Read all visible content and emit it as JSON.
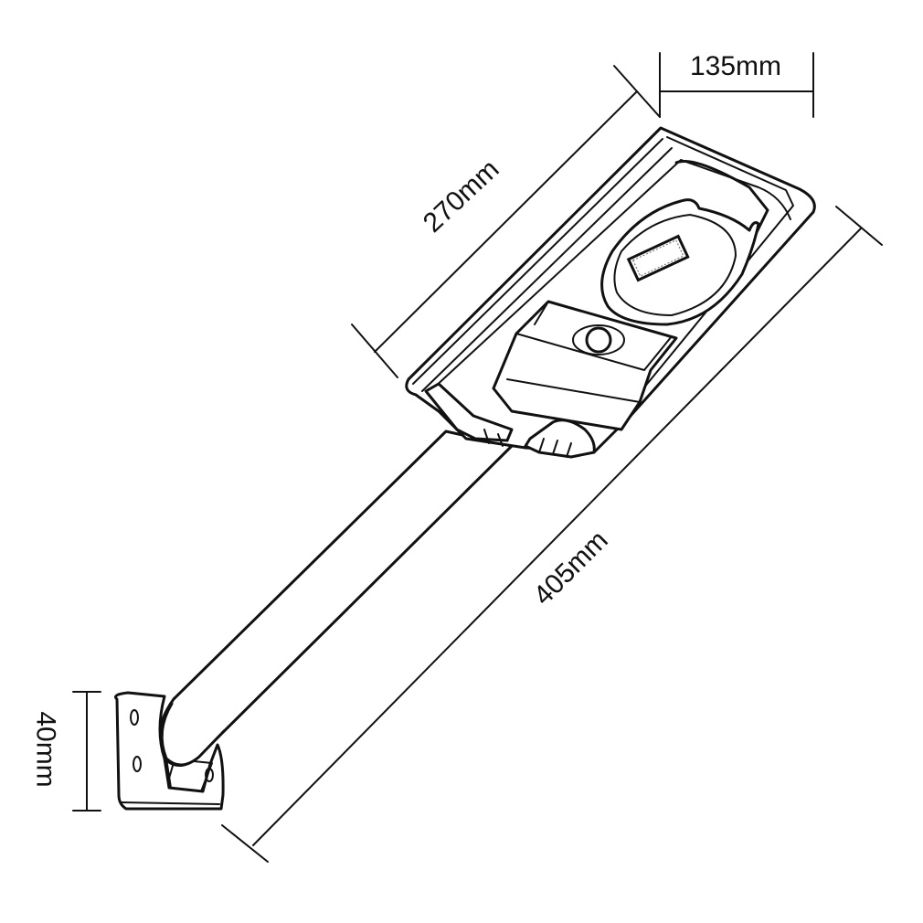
{
  "title": "Solar street light dimension drawing",
  "dimensions": {
    "panel_width": "135mm",
    "panel_length": "270mm",
    "total_length": "405mm",
    "bracket_height": "40mm"
  },
  "colors": {
    "line": "#111111",
    "background": "#ffffff"
  }
}
